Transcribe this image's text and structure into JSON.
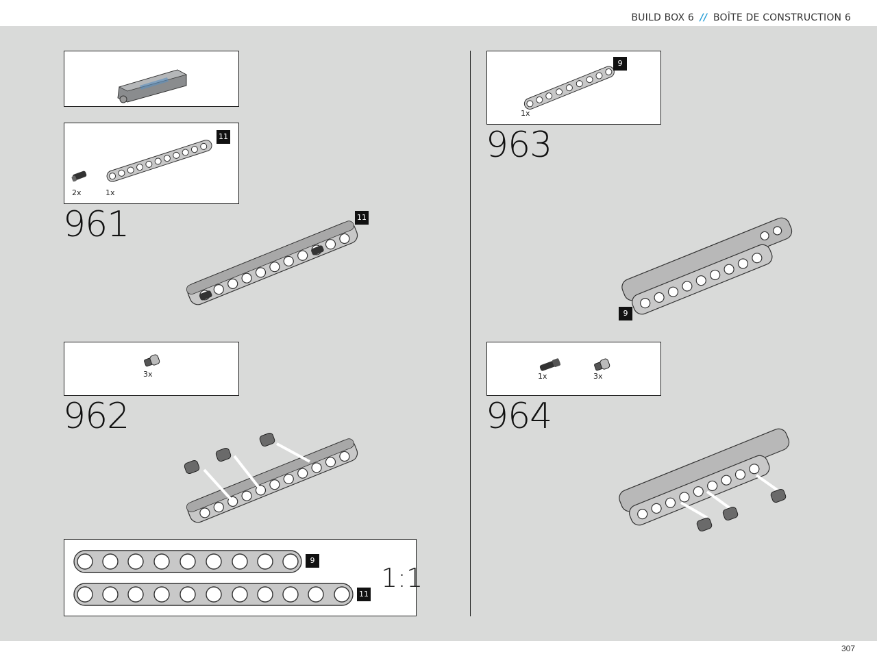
{
  "header": {
    "title_left": "BUILD BOX 6",
    "separator": "//",
    "title_right": "BOÎTE DE CONSTRUCTION 6"
  },
  "footer": {
    "page_number": "307"
  },
  "steps": {
    "s961": {
      "number": "961",
      "parts": [
        {
          "qty": "2x",
          "icon": "pin-icon"
        },
        {
          "qty": "1x",
          "icon": "beam-11-icon",
          "length_badge": "11"
        }
      ],
      "callout_badge": "11"
    },
    "s962": {
      "number": "962",
      "parts": [
        {
          "qty": "3x",
          "icon": "bushing-pin-icon"
        }
      ]
    },
    "s963": {
      "number": "963",
      "parts": [
        {
          "qty": "1x",
          "icon": "beam-9-icon",
          "length_badge": "9"
        }
      ],
      "callout_badge": "9"
    },
    "s964": {
      "number": "964",
      "parts": [
        {
          "qty": "1x",
          "icon": "axle-pin-icon"
        },
        {
          "qty": "3x",
          "icon": "bushing-pin-icon"
        }
      ]
    }
  },
  "scale_reference": {
    "ratio": "1:1",
    "beams": [
      {
        "holes": 9,
        "badge": "9"
      },
      {
        "holes": 11,
        "badge": "11"
      }
    ]
  },
  "colors": {
    "background": "#d9dad9",
    "accent": "#2a9fd6",
    "beam": "#c8c8c8",
    "badge": "#111111"
  }
}
